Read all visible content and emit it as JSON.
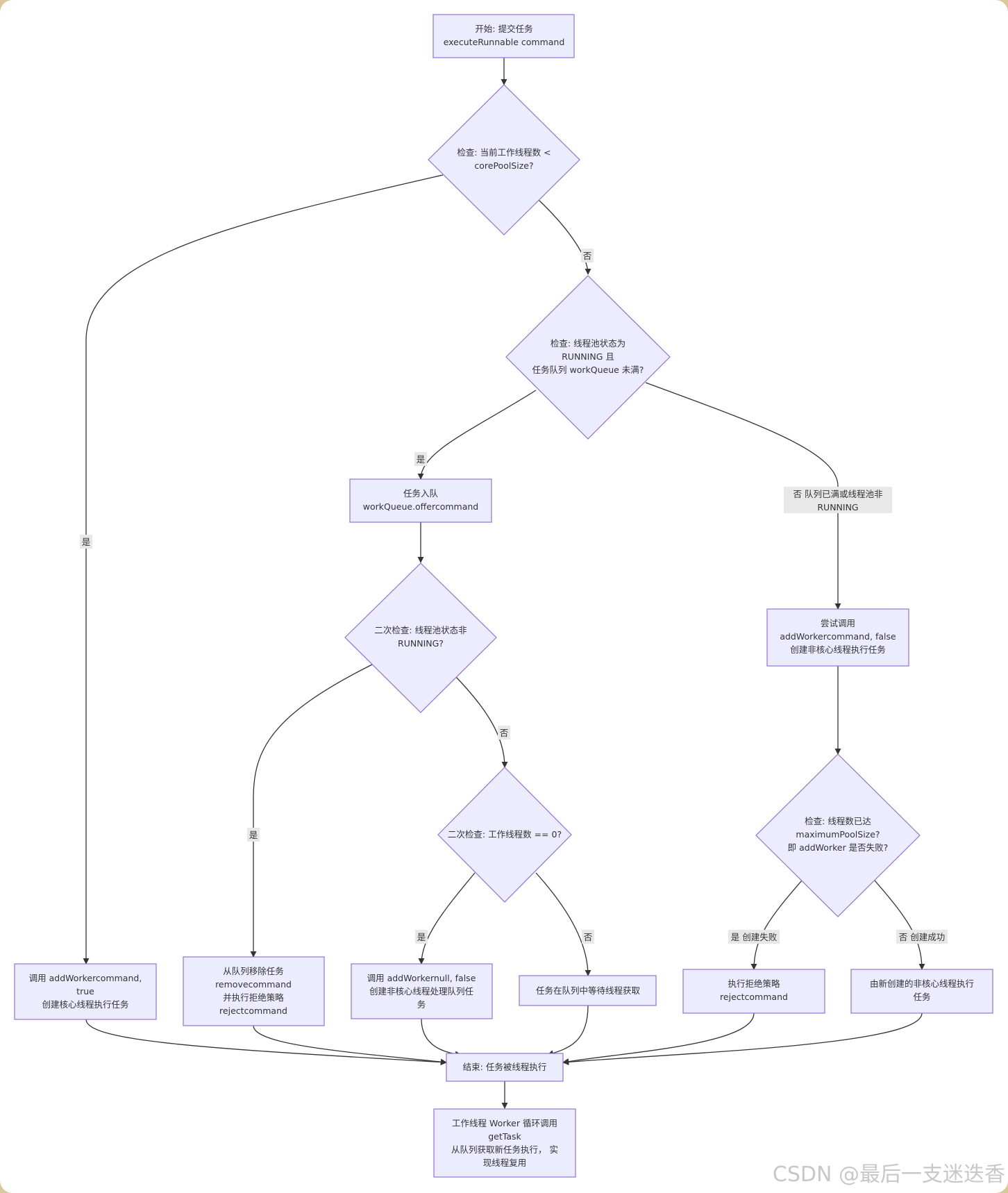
{
  "nodes": {
    "start": [
      "开始: 提交任务",
      "executeRunnable command"
    ],
    "check_core": [
      "检查: 当前工作线程数 <",
      "corePoolSize?"
    ],
    "check_running": [
      "检查: 线程池状态为",
      "RUNNING 且",
      "任务队列 workQueue 未满?"
    ],
    "enqueue": [
      "任务入队",
      "workQueue.offercommand"
    ],
    "recheck_running": [
      "二次检查: 线程池状态非",
      "RUNNING?"
    ],
    "recheck_workers": [
      "二次检查: 工作线程数 == 0?"
    ],
    "try_nonecore": [
      "尝试调用",
      "addWorkercommand, false",
      "创建非核心线程执行任务"
    ],
    "check_max": [
      "检查: 线程数已达",
      "maximumPoolSize?",
      "即 addWorker 是否失败?"
    ],
    "add_core": [
      "调用 addWorkercommand,",
      "true",
      "创建核心线程执行任务"
    ],
    "remove_reject": [
      "从队列移除任务",
      "removecommand",
      "并执行拒绝策略",
      "rejectcommand"
    ],
    "add_null_worker": [
      "调用 addWorkernull, false",
      "创建非核心线程处理队列任",
      "务"
    ],
    "wait_in_queue": [
      "任务在队列中等待线程获取"
    ],
    "reject": [
      "执行拒绝策略",
      "rejectcommand"
    ],
    "new_nonecore_exec": [
      "由新创建的非核心线程执行",
      "任务"
    ],
    "end": [
      "结束: 任务被线程执行"
    ],
    "worker_loop": [
      "工作线程 Worker 循环调用",
      "getTask",
      "从队列获取新任务执行，  实",
      "现线程复用"
    ]
  },
  "edge_labels": {
    "core_yes": [
      "是"
    ],
    "core_no": [
      "否"
    ],
    "running_yes": [
      "是"
    ],
    "running_no": [
      "否 队列已满或线程池非",
      "RUNNING"
    ],
    "recheck_yes": [
      "是"
    ],
    "recheck_no": [
      "否"
    ],
    "workers_yes": [
      "是"
    ],
    "workers_no": [
      "否"
    ],
    "max_yes": [
      "是 创建失败"
    ],
    "max_no": [
      "否 创建成功"
    ]
  },
  "watermark": "CSDN @最后一支迷迭香"
}
